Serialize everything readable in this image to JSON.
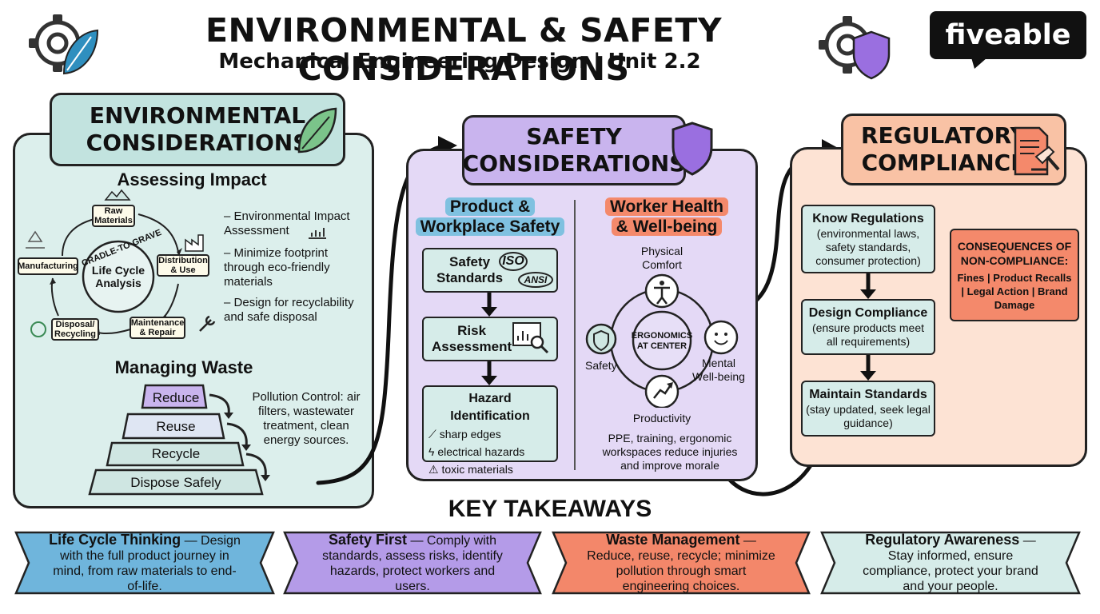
{
  "header": {
    "title": "ENVIRONMENTAL & SAFETY CONSIDERATIONS",
    "subtitle": "Mechanical Engineering Design | Unit 2.2",
    "logo": "fiveable"
  },
  "environmental": {
    "title_line1": "ENVIRONMENTAL",
    "title_line2": "CONSIDERATIONS",
    "assessing_title": "Assessing Impact",
    "cycle_label": "CRADLE-TO-GRAVE",
    "cycle_center_line1": "Life Cycle",
    "cycle_center_line2": "Analysis",
    "cycle_nodes": {
      "raw_line1": "Raw",
      "raw_line2": "Materials",
      "distribution_line1": "Distribution",
      "distribution_line2": "& Use",
      "maintenance_line1": "Maintenance",
      "maintenance_line2": "& Repair",
      "disposal_line1": "Disposal/",
      "disposal_line2": "Recycling",
      "manufacturing": "Manufacturing"
    },
    "bullets": [
      "Environmental Impact Assessment",
      "Minimize footprint through eco-friendly materials",
      "Design for recyclability and safe disposal"
    ],
    "waste_title": "Managing Waste",
    "waste_hierarchy": [
      "Reduce",
      "Reuse",
      "Recycle",
      "Dispose Safely"
    ],
    "pollution_text": "Pollution Control: air filters, wastewater treatment, clean energy sources."
  },
  "safety": {
    "title_line1": "SAFETY",
    "title_line2": "CONSIDERATIONS",
    "product_title_line1": "Product &",
    "product_title_line2": "Workplace Safety",
    "steps": {
      "standards_line1": "Safety",
      "standards_line2": "Standards",
      "iso": "ISO",
      "ansi": "ANSI",
      "risk_line1": "Risk",
      "risk_line2": "Assessment",
      "hazard_title": "Hazard Identification",
      "hazards": [
        "sharp edges",
        "electrical hazards",
        "toxic materials"
      ]
    },
    "worker_title_line1": "Worker Health",
    "worker_title_line2": "& Well-being",
    "ergonomics": {
      "center_line1": "ERGONOMICS",
      "center_line2": "AT CENTER",
      "physical_line1": "Physical",
      "physical_line2": "Comfort",
      "safety": "Safety",
      "mental_line1": "Mental",
      "mental_line2": "Well-being",
      "productivity": "Productivity"
    },
    "worker_note": "PPE, training, ergonomic workspaces reduce injuries and improve morale"
  },
  "regulatory": {
    "title_line1": "REGULATORY",
    "title_line2": "COMPLIANCE",
    "steps": [
      {
        "title": "Know Regulations",
        "detail": "(environmental laws, safety standards, consumer protection)"
      },
      {
        "title": "Design Compliance",
        "detail": "(ensure products meet all requirements)"
      },
      {
        "title": "Maintain Standards",
        "detail": "(stay updated, seek legal guidance)"
      }
    ],
    "consequences_title": "CONSEQUENCES OF NON-COMPLIANCE:",
    "consequences_text": "Fines | Product Recalls | Legal Action | Brand Damage"
  },
  "takeaways": {
    "title": "KEY TAKEAWAYS",
    "items": [
      {
        "bold": "Life Cycle Thinking",
        "text": " — Design with the full product journey in mind, from raw materials to end-of-life."
      },
      {
        "bold": "Safety First",
        "text": " — Comply with standards, assess risks, identify hazards, protect workers and users."
      },
      {
        "bold": "Waste Management",
        "text": " — Reduce, reuse, recycle; minimize pollution through smart engineering choices."
      },
      {
        "bold": "Regulatory Awareness",
        "text": " — Stay informed, ensure compliance, protect your brand and your people."
      }
    ]
  },
  "colors": {
    "env_bg": "#dcefec",
    "env_header": "#c2e3df",
    "safety_bg": "#e4d9f6",
    "safety_header": "#c9b4ee",
    "reg_bg": "#fde3d4",
    "reg_header": "#f9c2a5",
    "blue_tag": "#7fc1e0",
    "orange_tag": "#f4896b",
    "mint_box": "#d6ece9",
    "take_blue": "#6fb5dc",
    "take_purple": "#b49be8",
    "take_orange": "#f3876a",
    "take_mint": "#d6ece9"
  }
}
